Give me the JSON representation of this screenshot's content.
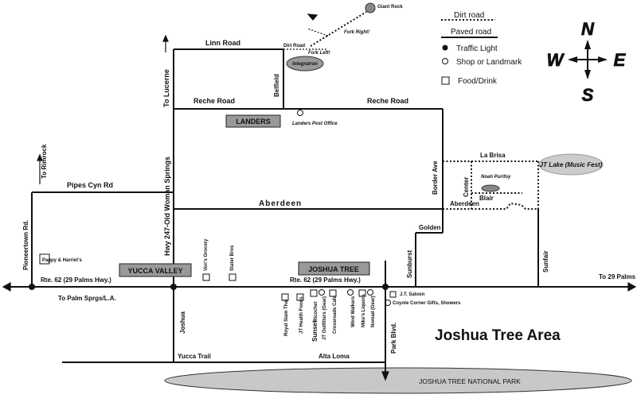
{
  "title": "Joshua Tree Area",
  "legend": {
    "dirt_road": "Dirt road",
    "paved_road": "Paved road",
    "traffic_light": "Traffic Light",
    "shop_landmark": "Shop or Landmark",
    "food_drink": "Food/Drink"
  },
  "compass": {
    "n": "N",
    "s": "S",
    "e": "E",
    "w": "W"
  },
  "roads": {
    "linn": "Linn Road",
    "reche_west": "Reche Road",
    "reche_east": "Reche Road",
    "pipes": "Pipes Cyn Rd",
    "aberdeen": "Aberdeen",
    "aberdeen_east": "Aberdeen",
    "la_brisa": "La Brisa",
    "blair": "Blair",
    "center": "Center",
    "golden": "Golden",
    "border": "Border Ave",
    "sunburst": "Sunburst",
    "sunfair": "Sunfair",
    "belfield": "Belfield",
    "hwy247": "Hwy 247-Old Woman Springs",
    "pioneertown": "Pioneertown Rd.",
    "rte62_west": "Rte. 62 (29 Palms Hwy.)",
    "rte62_mid": "Rte. 62 (29 Palms Hwy.)",
    "to_29_palms": "To 29 Palms",
    "to_palm_springs": "To Palm Sprgs/L.A.",
    "to_lucerne": "To Lucerne",
    "to_rimrock": "To Rimrock",
    "joshua": "Joshua",
    "sunset": "Sunset",
    "park_blvd": "Park Blvd.",
    "yucca_trail": "Yucca Trail",
    "alta_loma": "Alta Loma",
    "dirt_road": "Dirt Road",
    "fork_left": "Fork Left!",
    "fork_right": "Fork Right!"
  },
  "places": {
    "landers": "LANDERS",
    "yucca_valley": "YUCCA VALLEY",
    "joshua_tree": "JOSHUA TREE",
    "national_park": "JOSHUA TREE NATIONAL PARK",
    "integratron": "Integratron",
    "giant_rock": "Giant Rock",
    "jt_lake": "JT Lake (Music Fest)",
    "noah_purifoy": "Noah Purifoy",
    "landers_po": "Landers Post Office",
    "pappy": "Pappy & Harriet's",
    "coyote": "Coyote Corner Gifts, Showers",
    "jt_sat": "J.T. Saloon"
  },
  "businesses": {
    "vons": "Von's Grocery",
    "stater": "Stater Bros",
    "royal_siam": "Royal Siam Thai",
    "jt_health": "JT Health Foods",
    "ricochet": "Ricochet",
    "jt_outfitters": "JT Outfitters (Gear)",
    "crossroads": "Crossroads Cafe",
    "wind_walkers": "Wind Walkers",
    "mikes": "Mike's Liquors",
    "nomad": "Nomad (Gear)"
  }
}
